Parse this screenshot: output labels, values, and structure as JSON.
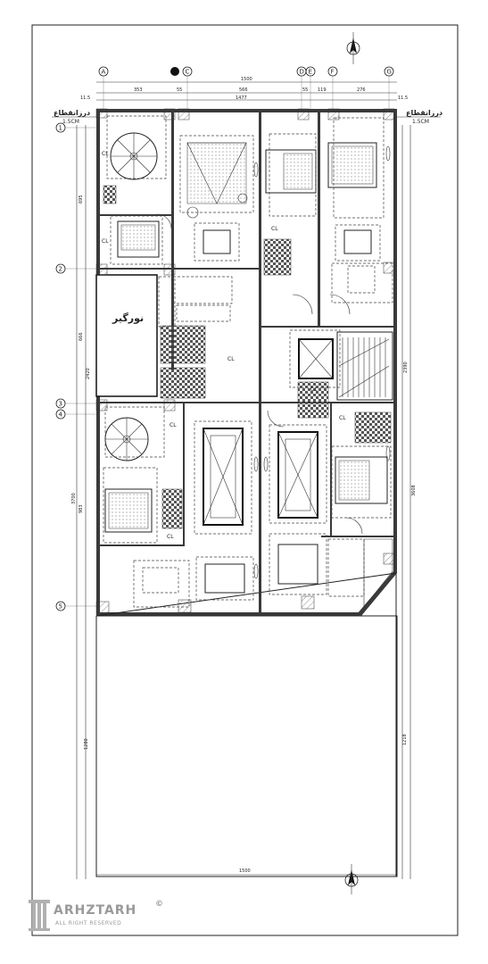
{
  "grid_columns": [
    "A",
    "C",
    "D",
    "E",
    "F",
    "G"
  ],
  "grid_rows": [
    "1",
    "2",
    "3",
    "4",
    "5"
  ],
  "top_dimensions": [
    "11.5",
    "353",
    "55",
    "566",
    "55",
    "119",
    "276",
    "11.5"
  ],
  "top_total": "1500",
  "top_subtotal": "1477",
  "left_dimensions": [
    "695",
    "666",
    "983",
    "1280"
  ],
  "left_subtotals": [
    "2420",
    "3700"
  ],
  "right_dimensions": [
    "2390",
    "3608",
    "1218"
  ],
  "bottom_dimension": "1500",
  "joint_label": "درزانقطاع",
  "joint_width": "1.5CM",
  "room_label": "نورگیر",
  "closet_label": "CL",
  "brand": "ARHZTARH",
  "brand_sub": "ALL RIGHT RESERVED",
  "copyright": "©"
}
